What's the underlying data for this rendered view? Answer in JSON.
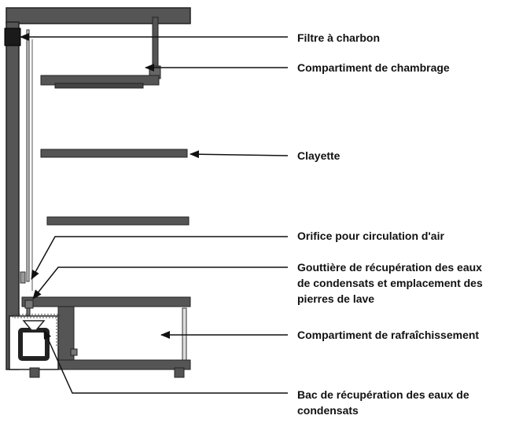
{
  "labels": [
    {
      "id": "filtre",
      "lines": [
        "Filtre à charbon"
      ]
    },
    {
      "id": "chambrage",
      "lines": [
        "Compartiment de chambrage"
      ]
    },
    {
      "id": "clayette",
      "lines": [
        "Clayette"
      ]
    },
    {
      "id": "orifice",
      "lines": [
        "Orifice pour circulation d'air"
      ]
    },
    {
      "id": "gouttiere",
      "lines": [
        "Gouttière de récupération des eaux",
        "de condensats et emplacement des",
        "pierres de lave"
      ]
    },
    {
      "id": "rafraichissement",
      "lines": [
        "Compartiment de rafraîchissement"
      ]
    },
    {
      "id": "bac",
      "lines": [
        "Bac de récupération des eaux de",
        "condensats"
      ]
    }
  ],
  "colors": {
    "structure": "#555555",
    "outline": "#222222",
    "ink": "#111111"
  }
}
